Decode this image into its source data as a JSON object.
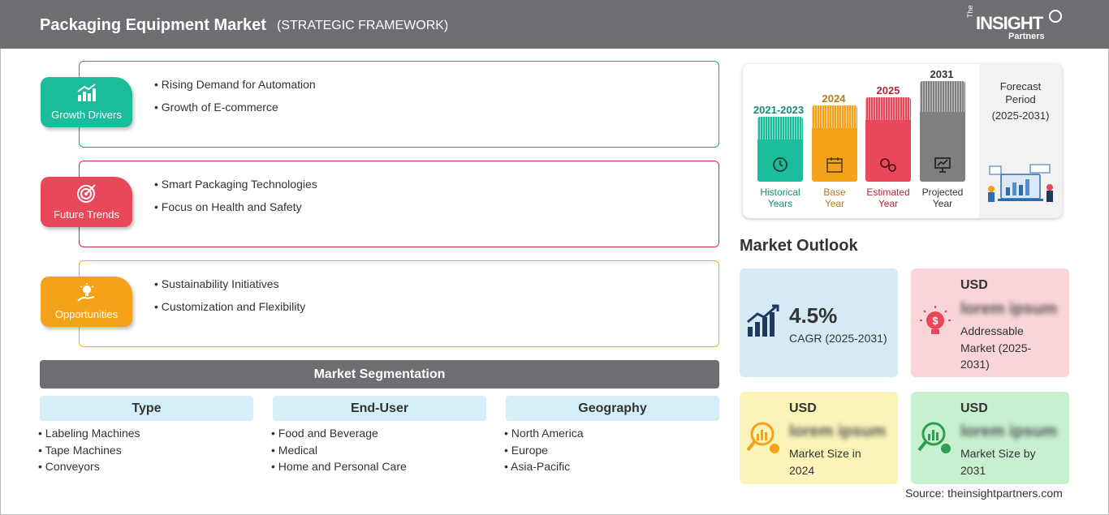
{
  "header": {
    "title": "Packaging Equipment Market",
    "subtitle": "(STRATEGIC FRAMEWORK)",
    "logo_the": "The",
    "logo_insight": "INSIGHT",
    "logo_partners": "Partners"
  },
  "framework": [
    {
      "label": "Growth Drivers",
      "color": "#1abc9c",
      "icon": "growth-chart-icon",
      "items": [
        "Rising Demand for Automation",
        "Growth of E-commerce"
      ]
    },
    {
      "label": "Future Trends",
      "color": "#e8485a",
      "icon": "target-icon",
      "items": [
        "Smart Packaging Technologies",
        "Focus on Health and Safety"
      ]
    },
    {
      "label": "Opportunities",
      "color": "#f5a21b",
      "icon": "lightbulb-hand-icon",
      "items": [
        "Sustainability Initiatives",
        "Customization and Flexibility"
      ]
    }
  ],
  "segmentation": {
    "title": "Market Segmentation",
    "columns": [
      {
        "head": "Type",
        "items": [
          "Labeling Machines",
          "Tape Machines",
          "Conveyors"
        ]
      },
      {
        "head": "End-User",
        "items": [
          "Food and Beverage",
          "Medical",
          "Home and Personal Care"
        ]
      },
      {
        "head": "Geography",
        "items": [
          "North America",
          "Europe",
          "Asia-Pacific"
        ]
      }
    ]
  },
  "timeline": {
    "bars": [
      {
        "year": "2021-2023",
        "caption_1": "Historical",
        "caption_2": "Years",
        "color": "#1abc9c",
        "year_color": "#148f77",
        "icon": "history-clock-icon"
      },
      {
        "year": "2024",
        "caption_1": "Base",
        "caption_2": "Year",
        "color": "#f5a21b",
        "year_color": "#b7791f",
        "icon": "calendar-icon"
      },
      {
        "year": "2025",
        "caption_1": "Estimated",
        "caption_2": "Year",
        "color": "#e8485a",
        "year_color": "#b02a3a",
        "icon": "estimate-gears-icon"
      },
      {
        "year": "2031",
        "caption_1": "Projected",
        "caption_2": "Year",
        "color": "#7f7f7f",
        "year_color": "#333333",
        "icon": "presentation-board-icon"
      }
    ],
    "forecast_line1": "Forecast",
    "forecast_line2": "Period",
    "forecast_line3": "(2025-2031)"
  },
  "outlook": {
    "title": "Market Outlook",
    "cagr_value": "4.5%",
    "cagr_label": "CAGR (2025-2031)",
    "addressable": {
      "usd": "USD",
      "value": "lorem ipsum",
      "desc_1": "Addressable",
      "desc_2": "Market (2025-",
      "desc_3": "2031)"
    },
    "size_2024": {
      "usd": "USD",
      "value": "lorem ipsum",
      "desc_1": "Market Size in",
      "desc_2": "2024"
    },
    "size_2031": {
      "usd": "USD",
      "value": "lorem ipsum",
      "desc_1": "Market Size by",
      "desc_2": "2031"
    }
  },
  "source": "Source: theinsightpartners.com"
}
